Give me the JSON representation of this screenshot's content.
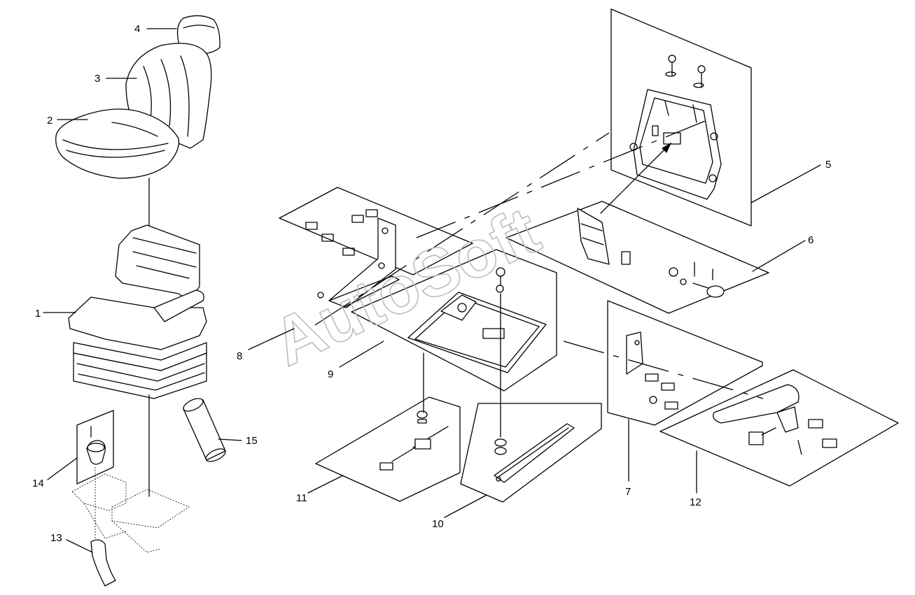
{
  "watermark": "AutoSoft",
  "callouts": [
    {
      "id": "1",
      "text": "1"
    },
    {
      "id": "2",
      "text": "2"
    },
    {
      "id": "3",
      "text": "3"
    },
    {
      "id": "4",
      "text": "4"
    },
    {
      "id": "5",
      "text": "5"
    },
    {
      "id": "6",
      "text": "6"
    },
    {
      "id": "7",
      "text": "7"
    },
    {
      "id": "8",
      "text": "8"
    },
    {
      "id": "9",
      "text": "9"
    },
    {
      "id": "10",
      "text": "10"
    },
    {
      "id": "11",
      "text": "11"
    },
    {
      "id": "12",
      "text": "12"
    },
    {
      "id": "13",
      "text": "13"
    },
    {
      "id": "14",
      "text": "14"
    },
    {
      "id": "15",
      "text": "15"
    }
  ]
}
